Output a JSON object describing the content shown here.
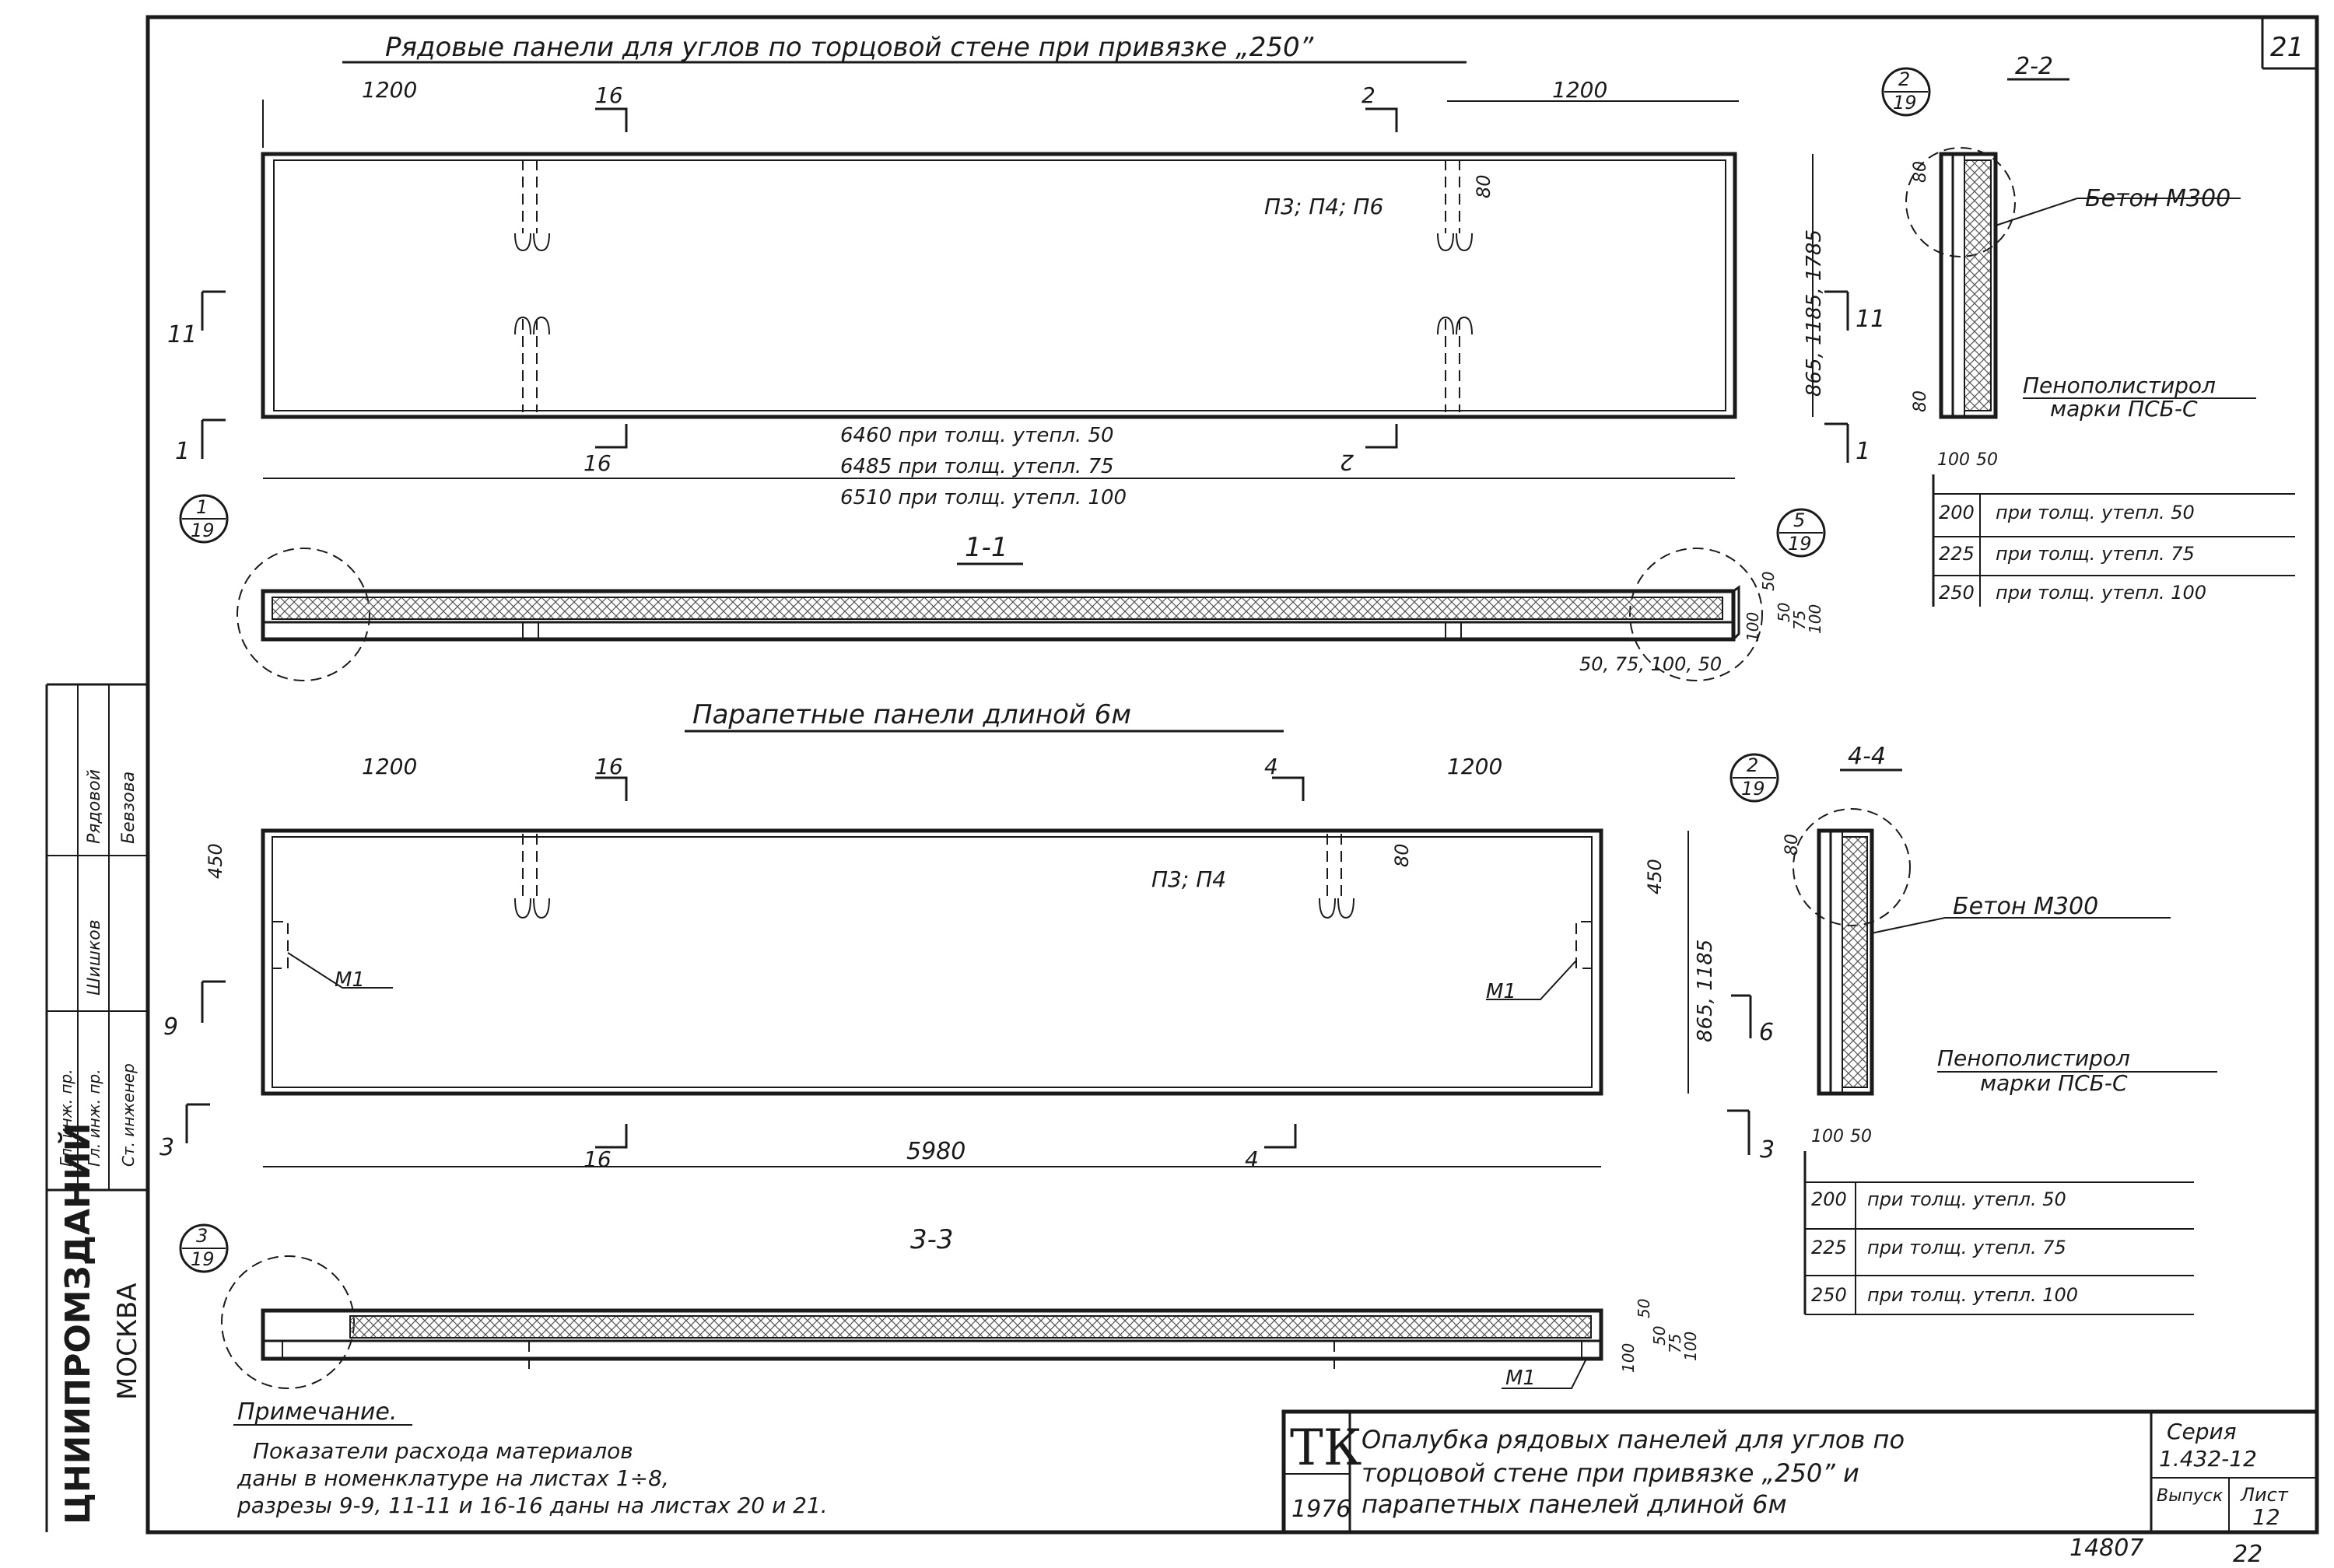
{
  "sheet": {
    "number_top": "21",
    "archive_number": "14807",
    "page_bottom": "22",
    "city": "МОСКВА",
    "institute": "ЦНИИПРОМЗДАНИЙ"
  },
  "section_top": {
    "title": "Рядовые панели для углов по торцовой стене при привязке „250”",
    "dim_left": "1200",
    "dim_right": "1200",
    "cut_16": "16",
    "cut_2": "2",
    "cut_11": "11",
    "cut_1": "1",
    "panel_marks": "П3; П4; П6",
    "dim_80": "80",
    "height_dims": "865, 1185, 1785",
    "length_lines": [
      "6460 при толщ. утепл. 50",
      "6485 при толщ. утепл. 75",
      "6510 при толщ. утепл. 100"
    ]
  },
  "section_1_1": {
    "label": "1-1",
    "callout_left": {
      "num": "1",
      "sheet": "19"
    },
    "callout_right": {
      "num": "5",
      "sheet": "19"
    },
    "bottom_dims": "50, 75, 100, 50",
    "side_dims": [
      "50",
      "100",
      "50",
      "75",
      "100"
    ]
  },
  "section_2_2": {
    "label": "2-2",
    "callout": {
      "num": "2",
      "sheet": "19"
    },
    "dim_80_top": "80",
    "dim_80_bottom": "80",
    "material_concrete": "Бетон М300",
    "material_foam_1": "Пенополистирол",
    "material_foam_2": "марки ПСБ-С",
    "dim_100": "100",
    "dim_50": "50",
    "thickness_table": [
      {
        "value": "200",
        "text": "при толщ. утепл. 50"
      },
      {
        "value": "225",
        "text": "при толщ. утепл. 75"
      },
      {
        "value": "250",
        "text": "при толщ. утепл. 100"
      }
    ]
  },
  "section_parapet": {
    "title": "Парапетные панели длиной 6м",
    "dim_left": "1200",
    "dim_right": "1200",
    "cut_16": "16",
    "cut_4": "4",
    "cut_9": "9",
    "cut_3": "3",
    "panel_marks": "П3; П4",
    "dim_80": "80",
    "dim_450_left": "450",
    "dim_450_right": "450",
    "m1_left": "М1",
    "m1_right": "М1",
    "height_dims": "865, 1185",
    "length": "5980"
  },
  "section_3_3": {
    "label": "3-3",
    "callout": {
      "num": "3",
      "sheet": "19"
    },
    "side_dims": [
      "50",
      "100",
      "50",
      "75",
      "100"
    ],
    "m1": "М1"
  },
  "section_4_4": {
    "label": "4-4",
    "callout": {
      "num": "2",
      "sheet": "19"
    },
    "dim_80": "80",
    "material_concrete": "Бетон М300",
    "material_foam_1": "Пенополистирол",
    "material_foam_2": "марки ПСБ-С",
    "dim_100": "100",
    "dim_50": "50",
    "thickness_table": [
      {
        "value": "200",
        "text": "при толщ. утепл. 50"
      },
      {
        "value": "225",
        "text": "при толщ. утепл. 75"
      },
      {
        "value": "250",
        "text": "при толщ. утепл. 100"
      }
    ]
  },
  "note": {
    "heading": "Примечание.",
    "line1": "Показатели расхода материалов",
    "line2": "даны в номенклатуре на листах 1÷8,",
    "line3": "разрезы 9-9, 11-11 и 16-16 даны на листах 20 и 21."
  },
  "title_block": {
    "tk": "ТК",
    "year": "1976",
    "title_line1": "Опалубка рядовых панелей для углов по",
    "title_line2": "торцовой стене при привязке „250” и",
    "title_line3": "парапетных панелей длиной 6м",
    "series_label": "Серия",
    "series_value": "1.432-12",
    "issue_label": "Выпуск",
    "sheet_label": "Лист",
    "sheet_value": "12"
  },
  "stamp": {
    "roles": [
      "Гл. инж. пр.",
      "Гл. инж. пр.",
      "Ст. инженер"
    ],
    "names": [
      "Рядовой",
      "Шишков",
      "Бевзова"
    ]
  }
}
